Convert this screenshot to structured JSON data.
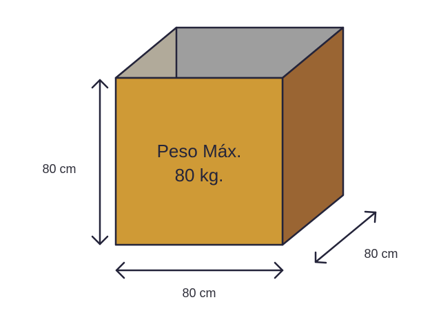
{
  "box": {
    "label_line1": "Peso Máx.",
    "label_line2": "80 kg.",
    "colors": {
      "front_face": "#CF9A36",
      "side_face": "#9A6533",
      "inner_back": "#9E9E9E",
      "inner_left": "#B1AA9A",
      "outline": "#24243A"
    }
  },
  "dimensions": {
    "height_label": "80 cm",
    "width_label": "80 cm",
    "depth_label": "80 cm",
    "arrow_color": "#24243A"
  }
}
